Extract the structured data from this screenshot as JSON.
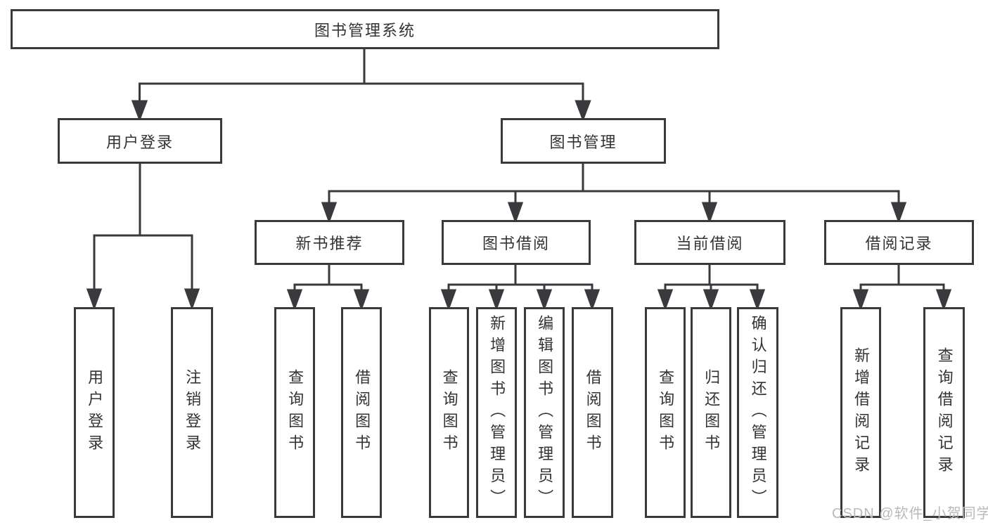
{
  "nodes": {
    "root": "图书管理系统",
    "user_login": "用户登录",
    "book_mgmt": "图书管理",
    "new_book_rec": "新书推荐",
    "book_borrow": "图书借阅",
    "current_borrow": "当前借阅",
    "borrow_records": "借阅记录"
  },
  "leaves": [
    "用户登录",
    "注销登录",
    "查询图书",
    "借阅图书",
    "查询图书",
    "新增图书（管理员）",
    "编辑图书（管理员）",
    "借阅图书",
    "查询图书",
    "归还图书",
    "确认归还（管理员）",
    "新增借阅记录",
    "查询借阅记录"
  ],
  "watermark": "CSDN @软件_小贺同学",
  "colors": {
    "line": "#3a3a3e",
    "text": "#333333",
    "watermark": "#b9b9bd",
    "background": "#ffffff"
  }
}
